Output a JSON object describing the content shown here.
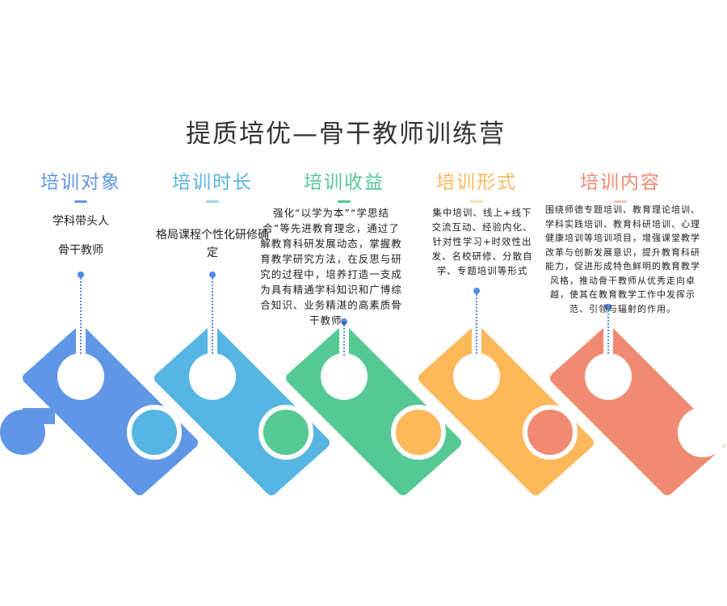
{
  "title": "提质培优—骨干教师训练营",
  "columns": [
    {
      "heading": "培训对象",
      "color": "#6096e6",
      "lines": [
        "学科带头人",
        "骨干教师"
      ]
    },
    {
      "heading": "培训时长",
      "color": "#56b5e3",
      "text": "格局课程个性化研修确定"
    },
    {
      "heading": "培训收益",
      "color": "#55c994",
      "text": "强化“以学为本”“学思结合”等先进教育理念，通过了解教育科研发展动态，掌握教育教学研究方法，在反思与研究的过程中，培养打造一支成为具有精通学科知识和广博综合知识、业务精湛的高素质骨干教师。"
    },
    {
      "heading": "培训形式",
      "color": "#fdb85a",
      "text": "集中培训、线上+线下交流互动、经验内化、针对性学习+时效性出发、名校研修、分散自学、专题培训等形式"
    },
    {
      "heading": "培训内容",
      "color": "#f08a72",
      "text": "围绕师德专题培训、教育理论培训、学科实践培训、教育科研培训、心理健康培训等培训项目，增强课堂教学改革与创新发展意识，提升教育科研能力，促进形成特色鲜明的教育教学风格，推动骨干教师从优秀走向卓越，使其在教育教学工作中发挥示范、引领与辐射的作用。"
    }
  ]
}
